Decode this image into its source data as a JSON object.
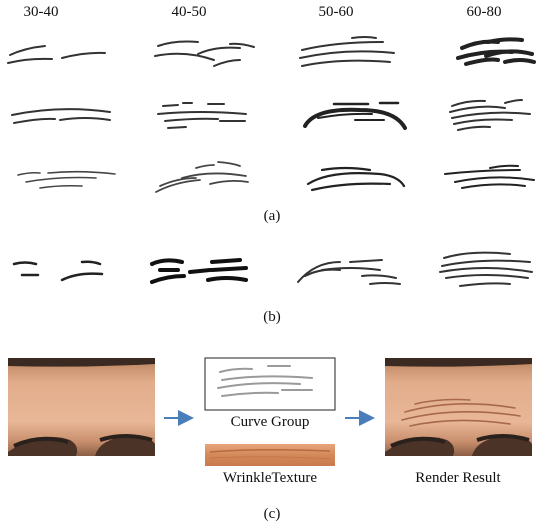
{
  "figure": {
    "age_groups": [
      "30-40",
      "40-50",
      "50-60",
      "60-80"
    ],
    "subfigure_labels": {
      "a": "(a)",
      "b": "(b)",
      "c": "(c)"
    },
    "pipeline": {
      "curve_group_label": "Curve Group",
      "wrinkle_texture_label": "WrinkleTexture",
      "render_result_label": "Render Result"
    },
    "colors": {
      "stroke": "#333333",
      "arrow": "#4a7ebb",
      "skin_light": "#e7b492",
      "skin_mid": "#cf9575",
      "hair": "#2a211c",
      "texture": "#d98c5f"
    }
  }
}
